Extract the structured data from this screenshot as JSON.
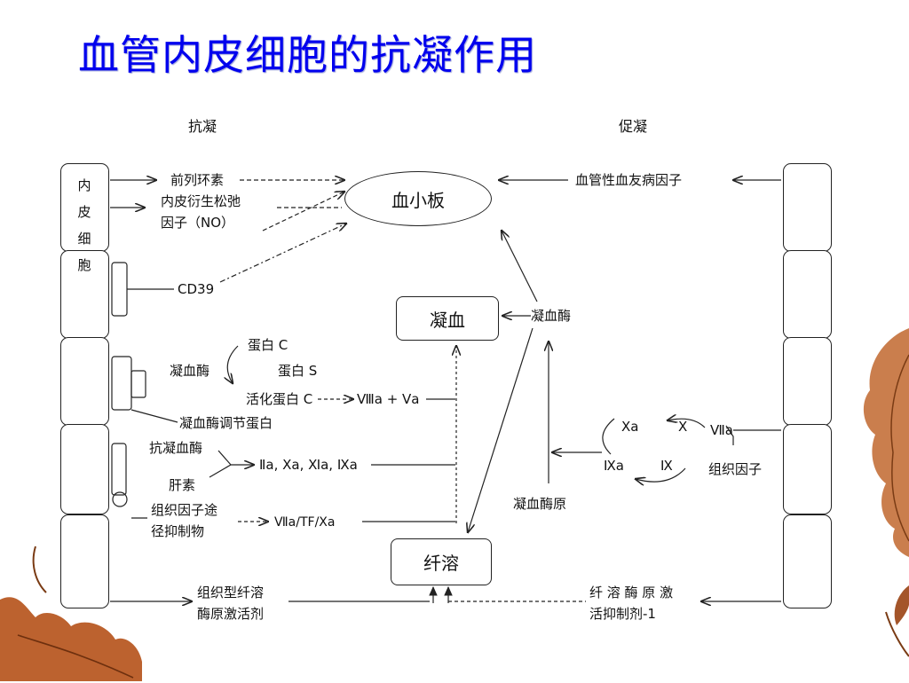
{
  "title": "血管内皮细胞的抗凝作用",
  "headers": {
    "anticoag": "抗凝",
    "procoag": "促凝"
  },
  "endothelial_cell": "内皮细胞",
  "center": {
    "platelet": "血小板",
    "coagulation": "凝血",
    "fibrinolysis": "纤溶"
  },
  "left_labels": {
    "prostacyclin": "前列环素",
    "edrf_line1": "内皮衍生松弛",
    "edrf_line2": "因子（NO）",
    "cd39": "CD39",
    "thrombin": "凝血酶",
    "protein_c": "蛋白 C",
    "protein_s": "蛋白 S",
    "activated_pc": "活化蛋白 C",
    "factors_va": "Ⅷa + Ⅴa",
    "thrombomodulin": "凝血酶调节蛋白",
    "antithrombin": "抗凝血酶",
    "heparin": "肝素",
    "factors_list": "Ⅱa, Ⅹa, Ⅺa, Ⅸa",
    "tfpi_line1": "组织因子途",
    "tfpi_line2": "径抑制物",
    "tf_complex": "Ⅶa/TF/Ⅹa",
    "tpa_line1": "组织型纤溶",
    "tpa_line2": "酶原激活剂"
  },
  "right_labels": {
    "vwf": "血管性血友病因子",
    "thrombin": "凝血酶",
    "prothrombin": "凝血酶原",
    "xa": "Ⅹa",
    "x": "Ⅹ",
    "viia": "Ⅶa",
    "ixa": "Ⅸa",
    "ix": "Ⅸ",
    "tissue_factor": "组织因子",
    "pai_line1": "纤 溶 酶 原 激",
    "pai_line2": "活抑制剂-1"
  }
}
